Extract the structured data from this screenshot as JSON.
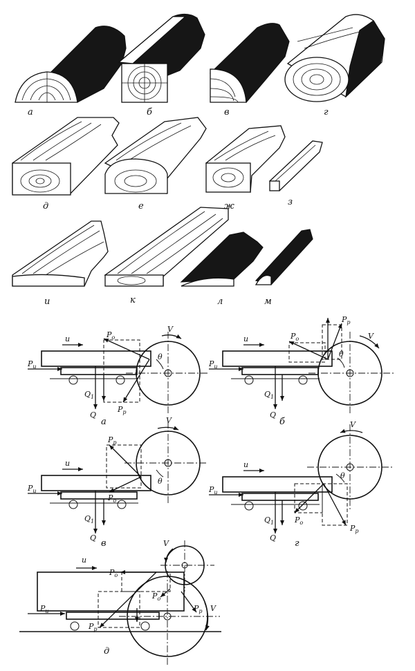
{
  "pieces": [
    {
      "label": "а"
    },
    {
      "label": "б"
    },
    {
      "label": "в"
    },
    {
      "label": "г"
    },
    {
      "label": "д"
    },
    {
      "label": "е"
    },
    {
      "label": "ж"
    },
    {
      "label": "з"
    },
    {
      "label": "и"
    },
    {
      "label": "к"
    },
    {
      "label": "л"
    },
    {
      "label": "м"
    }
  ],
  "schemes": [
    {
      "label": "а"
    },
    {
      "label": "б"
    },
    {
      "label": "в"
    },
    {
      "label": "г"
    },
    {
      "label": "д"
    }
  ],
  "symbols": {
    "feed": "u",
    "saw_speed": "V",
    "angle": "θ",
    "feed_force": "P",
    "feed_force_sub": "u",
    "normal_force": "P",
    "normal_force_sub": "o",
    "cut_force": "P",
    "cut_force_sub": "p",
    "load": "Q",
    "load_1": "Q",
    "load_1_sub": "1"
  }
}
